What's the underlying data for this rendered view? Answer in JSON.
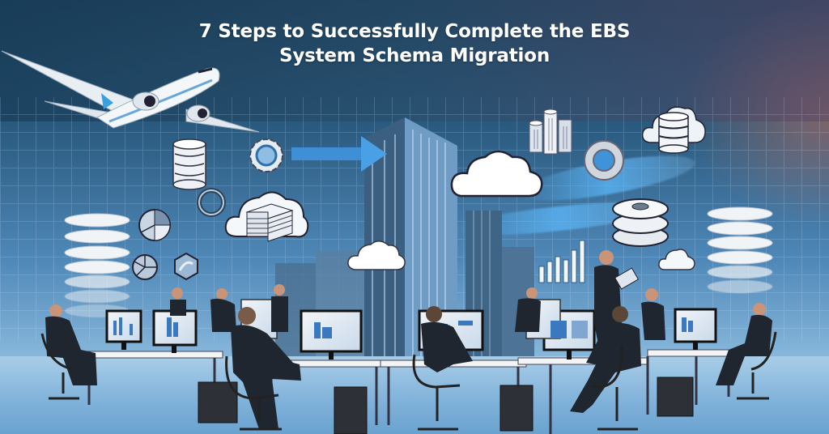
{
  "banner": {
    "title_line1": "7 Steps to Successfully Complete the EBS",
    "title_line2": "System Schema Migration"
  },
  "illustration": {
    "description": "Office of business professionals at computer workstations, with floating cloud, database and server icons, an airplane, an arrow and skyscrapers representing data migration",
    "icons": [
      "airplane-icon",
      "database-icon",
      "cloud-icon",
      "arrow-right-icon",
      "gear-icon",
      "pie-chart-icon",
      "bar-chart-icon",
      "server-stack-icon",
      "ring-icon"
    ],
    "people_count": 10,
    "workstation_count": 6
  },
  "colors": {
    "background_top": "#1f4563",
    "background_bottom": "#b9d8ee",
    "accent_blue": "#3f8fd6",
    "title_text": "#ffffff",
    "warm_glow": "#c86e5a"
  }
}
